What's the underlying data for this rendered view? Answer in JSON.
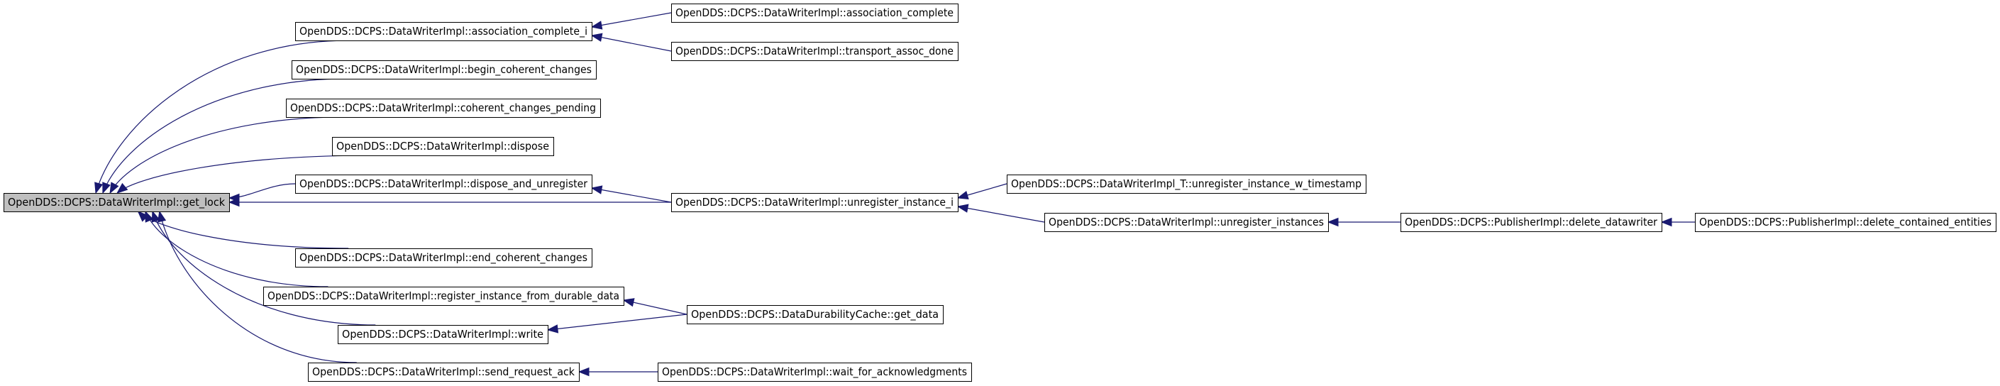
{
  "colors": {
    "edge": "#191970",
    "node_border": "#000000",
    "node_fill": "#ffffff",
    "focus_fill": "#bfbfbf",
    "text": "#000000"
  },
  "nodes": [
    {
      "id": "get_lock",
      "label": "OpenDDS::DCPS::DataWriterImpl::get_lock",
      "focus": true
    },
    {
      "id": "association_complete_i",
      "label": "OpenDDS::DCPS::DataWriterImpl::association_complete_i"
    },
    {
      "id": "begin_coherent_changes",
      "label": "OpenDDS::DCPS::DataWriterImpl::begin_coherent_changes"
    },
    {
      "id": "coherent_changes_pending",
      "label": "OpenDDS::DCPS::DataWriterImpl::coherent_changes_pending"
    },
    {
      "id": "dispose",
      "label": "OpenDDS::DCPS::DataWriterImpl::dispose"
    },
    {
      "id": "dispose_and_unregister",
      "label": "OpenDDS::DCPS::DataWriterImpl::dispose_and_unregister"
    },
    {
      "id": "end_coherent_changes",
      "label": "OpenDDS::DCPS::DataWriterImpl::end_coherent_changes"
    },
    {
      "id": "register_instance_from_durable_data",
      "label": "OpenDDS::DCPS::DataWriterImpl::register_instance_from_durable_data"
    },
    {
      "id": "write",
      "label": "OpenDDS::DCPS::DataWriterImpl::write"
    },
    {
      "id": "send_request_ack",
      "label": "OpenDDS::DCPS::DataWriterImpl::send_request_ack"
    },
    {
      "id": "association_complete",
      "label": "OpenDDS::DCPS::DataWriterImpl::association_complete"
    },
    {
      "id": "transport_assoc_done",
      "label": "OpenDDS::DCPS::DataWriterImpl::transport_assoc_done"
    },
    {
      "id": "unregister_instance_i",
      "label": "OpenDDS::DCPS::DataWriterImpl::unregister_instance_i"
    },
    {
      "id": "get_data",
      "label": "OpenDDS::DCPS::DataDurabilityCache::get_data"
    },
    {
      "id": "wait_for_acknowledgments",
      "label": "OpenDDS::DCPS::DataWriterImpl::wait_for_acknowledgments"
    },
    {
      "id": "unregister_instance_w_timestamp",
      "label": "OpenDDS::DCPS::DataWriterImpl_T::unregister_instance_w_timestamp"
    },
    {
      "id": "unregister_instances",
      "label": "OpenDDS::DCPS::DataWriterImpl::unregister_instances"
    },
    {
      "id": "delete_datawriter",
      "label": "OpenDDS::DCPS::PublisherImpl::delete_datawriter"
    },
    {
      "id": "delete_contained_entities",
      "label": "OpenDDS::DCPS::PublisherImpl::delete_contained_entities"
    }
  ],
  "edges": [
    {
      "from": "association_complete_i",
      "to": "get_lock"
    },
    {
      "from": "begin_coherent_changes",
      "to": "get_lock"
    },
    {
      "from": "coherent_changes_pending",
      "to": "get_lock"
    },
    {
      "from": "dispose",
      "to": "get_lock"
    },
    {
      "from": "dispose_and_unregister",
      "to": "get_lock"
    },
    {
      "from": "unregister_instance_i",
      "to": "get_lock"
    },
    {
      "from": "end_coherent_changes",
      "to": "get_lock"
    },
    {
      "from": "register_instance_from_durable_data",
      "to": "get_lock"
    },
    {
      "from": "write",
      "to": "get_lock"
    },
    {
      "from": "send_request_ack",
      "to": "get_lock"
    },
    {
      "from": "association_complete",
      "to": "association_complete_i"
    },
    {
      "from": "transport_assoc_done",
      "to": "association_complete_i"
    },
    {
      "from": "unregister_instance_i",
      "to": "dispose_and_unregister"
    },
    {
      "from": "unregister_instance_w_timestamp",
      "to": "unregister_instance_i"
    },
    {
      "from": "unregister_instances",
      "to": "unregister_instance_i"
    },
    {
      "from": "delete_datawriter",
      "to": "unregister_instances"
    },
    {
      "from": "delete_contained_entities",
      "to": "delete_datawriter"
    },
    {
      "from": "get_data",
      "to": "register_instance_from_durable_data"
    },
    {
      "from": "get_data",
      "to": "write"
    },
    {
      "from": "wait_for_acknowledgments",
      "to": "send_request_ack"
    }
  ]
}
